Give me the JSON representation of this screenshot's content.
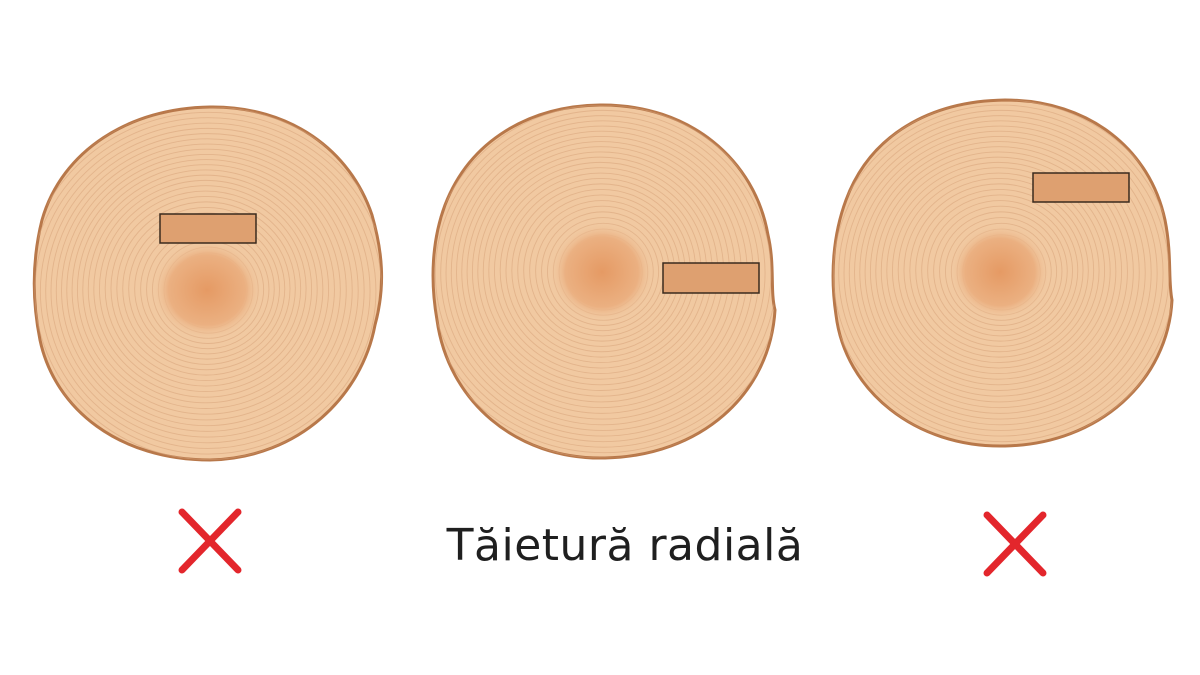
{
  "caption": "Tăietură radială",
  "panels": [
    {
      "cut": "tangential-near-pith",
      "marker": "cross-mark",
      "marker_meaning": "incorrect"
    },
    {
      "cut": "radial",
      "marker": "caption"
    },
    {
      "cut": "tangential-near-bark",
      "marker": "cross-mark",
      "marker_meaning": "incorrect"
    }
  ],
  "colors": {
    "wood": "#f1c9a1",
    "wood_light": "#f6d7b5",
    "heartwood": "#e9a976",
    "rings": "#d7a37a",
    "bark": "#b8784a",
    "board": "#dea070",
    "board_outline": "#3a2a1e",
    "cross": "#e3262c",
    "caption_text": "#1f1f1f"
  }
}
